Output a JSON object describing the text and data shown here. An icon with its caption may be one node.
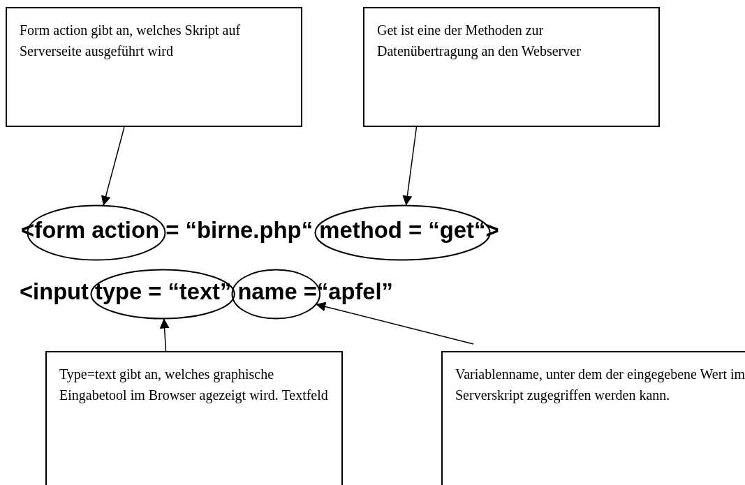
{
  "diagram": {
    "nodes": [
      {
        "text": [
          "Form action gibt an, welches Skript auf Serverseite ausgeführt wird"
        ]
      },
      {
        "text": [
          "Get ist eine der Methoden zur Datenübertragung an den Webserver"
        ]
      },
      {
        "text": [],
        "shape": "ellipse"
      },
      {
        "text": [],
        "shape": "ellipse"
      },
      {
        "text": [],
        "shape": "ellipse"
      },
      {
        "text": [],
        "shape": "ellipse"
      },
      {
        "text": [
          "Type=text gibt an, welches graphische Eingabetool im Browser agezeigt wird. Textfeld"
        ]
      },
      {
        "text": [
          "Variablenname, unter dem der eingegebene Wert im Serverskript zugegriffen werden kann."
        ]
      }
    ],
    "edges": [
      {
        "from": 0,
        "to": 2,
        "arrow": "to"
      },
      {
        "from": 1,
        "to": 3,
        "arrow": "to"
      },
      {
        "from": 6,
        "to": 4,
        "arrow": "to"
      },
      {
        "from": 7,
        "to": 5,
        "arrow": "to"
      }
    ],
    "labels": [
      "<form action = “birne.php“ method = “get“>",
      "<input type = “text” name =“apfel”"
    ]
  }
}
